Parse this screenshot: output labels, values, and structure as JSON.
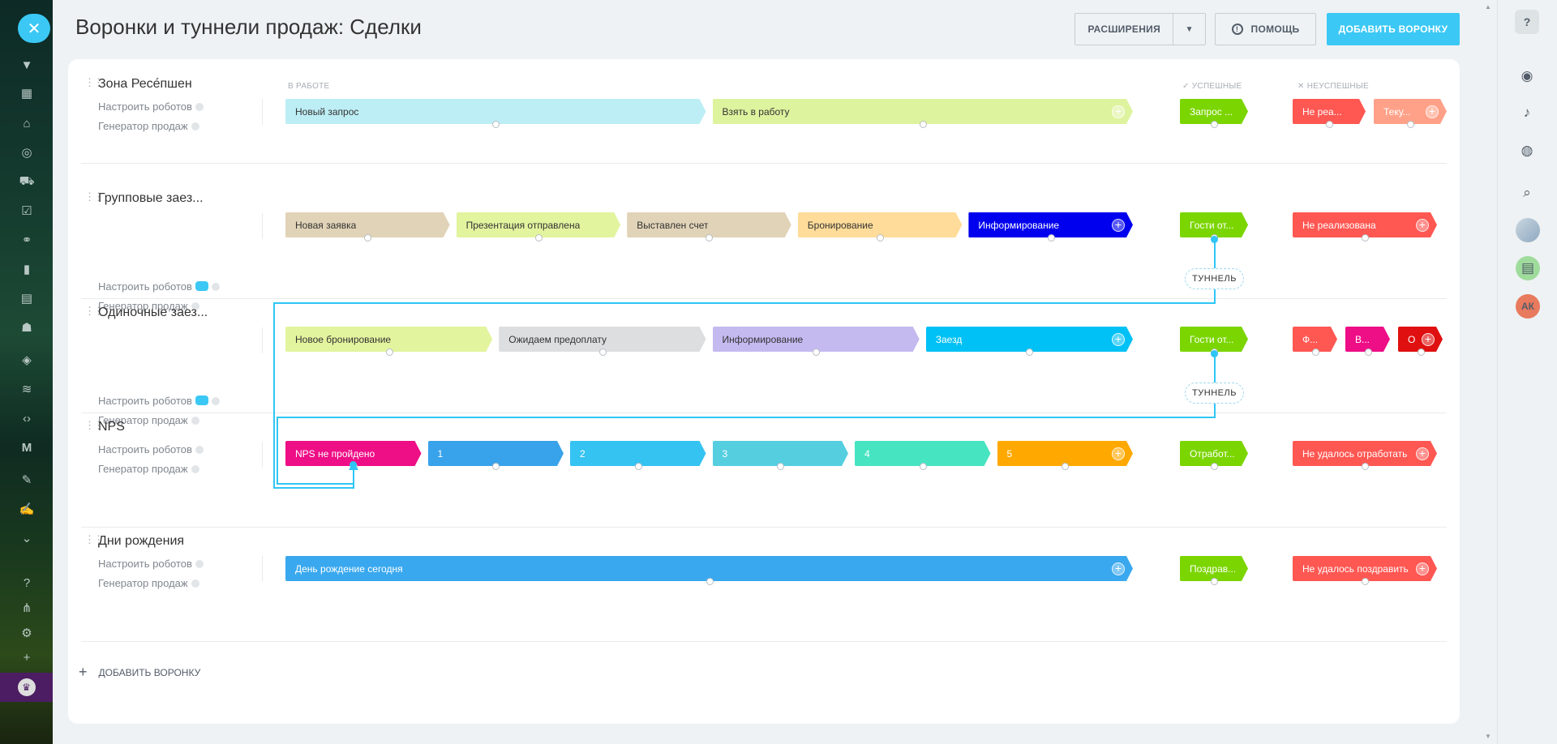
{
  "page": {
    "title": "Воронки и туннели продаж: Сделки"
  },
  "header": {
    "extensions_label": "РАСШИРЕНИЯ",
    "help_label": "ПОМОЩЬ",
    "add_funnel_label": "ДОБАВИТЬ ВОРОНКУ"
  },
  "columns": {
    "in_work": "В РАБОТЕ",
    "success": "УСПЕШНЫЕ",
    "failed": "НЕУСПЕШНЫЕ"
  },
  "links": {
    "robots": "Настроить роботов",
    "generator": "Генератор продаж"
  },
  "tunnel_label": "ТУННЕЛЬ",
  "funnels": [
    {
      "name": "Зона Ресе́пшен",
      "stages": [
        {
          "label": "Новый запрос",
          "color": "#bdeef5"
        },
        {
          "label": "Взять в работу",
          "color": "#def39e"
        }
      ],
      "success": {
        "label": "Запрос ...",
        "color": "#7bd500"
      },
      "fails": [
        {
          "label": "Не реа...",
          "color": "#ff5752"
        },
        {
          "label": "Теку...",
          "color": "#ffa188"
        }
      ]
    },
    {
      "name": "Групповые заез...",
      "stages": [
        {
          "label": "Новая заявка",
          "color": "#e1d3b7"
        },
        {
          "label": "Презентация отправлена",
          "color": "#e2f49e"
        },
        {
          "label": "Выставлен счет",
          "color": "#e1d3b7"
        },
        {
          "label": "Бронирование",
          "color": "#ffdc99"
        },
        {
          "label": "Информирование",
          "color": "#0000ee"
        }
      ],
      "success": {
        "label": "Гости от...",
        "color": "#7bd500"
      },
      "fails": [
        {
          "label": "Не реализована",
          "color": "#ff5752"
        }
      ]
    },
    {
      "name": "Одиночные заез...",
      "stages": [
        {
          "label": "Новое бронирование",
          "color": "#e2f49e"
        },
        {
          "label": "Ожидаем предоплату",
          "color": "#dddee0"
        },
        {
          "label": "Информирование",
          "color": "#c4baf0"
        },
        {
          "label": "Заезд",
          "color": "#00c1f5"
        }
      ],
      "success": {
        "label": "Гости от...",
        "color": "#7bd500"
      },
      "fails": [
        {
          "label": "Ф...",
          "color": "#ff5752"
        },
        {
          "label": "В...",
          "color": "#ee0e86"
        },
        {
          "label": "О",
          "color": "#e01010"
        }
      ]
    },
    {
      "name": "NPS",
      "stages": [
        {
          "label": "NPS не пройдено",
          "color": "#ee0e86"
        },
        {
          "label": "1",
          "color": "#38a2ea"
        },
        {
          "label": "2",
          "color": "#35c3f2"
        },
        {
          "label": "3",
          "color": "#55cfe0"
        },
        {
          "label": "4",
          "color": "#47e4c2"
        },
        {
          "label": "5",
          "color": "#ffa900"
        }
      ],
      "success": {
        "label": "Отработ...",
        "color": "#7bd500"
      },
      "fails": [
        {
          "label": "Не удалось отработать",
          "color": "#ff5752"
        }
      ]
    },
    {
      "name": "Дни рождения",
      "stages": [
        {
          "label": "День рождение сегодня",
          "color": "#39a8ef"
        }
      ],
      "success": {
        "label": "Поздрав...",
        "color": "#7bd500"
      },
      "fails": [
        {
          "label": "Не удалось поздравить",
          "color": "#ff5752"
        }
      ]
    }
  ],
  "add_funnel_footer": "ДОБАВИТЬ ВОРОНКУ",
  "icons": {
    "close": "close-icon",
    "left_menu": [
      "filter-icon",
      "calendar-icon",
      "building-icon",
      "target-icon",
      "cart-icon",
      "checkbox-icon",
      "users-icon",
      "chart-icon",
      "contact-card-icon",
      "robot-icon",
      "box-icon",
      "marketing-icon",
      "code-icon",
      "m-icon",
      "edit-doc-icon",
      "signature-icon",
      "chevron-circle-icon",
      "help-icon",
      "sitemap-icon",
      "settings-icon",
      "plus-icon"
    ],
    "right_menu": [
      "help-icon",
      "pulse-icon",
      "bell-icon",
      "chat-icon",
      "search-icon",
      "user-avatar",
      "app-avatar",
      "user-initials-avatar"
    ]
  },
  "user_initials": "АК"
}
